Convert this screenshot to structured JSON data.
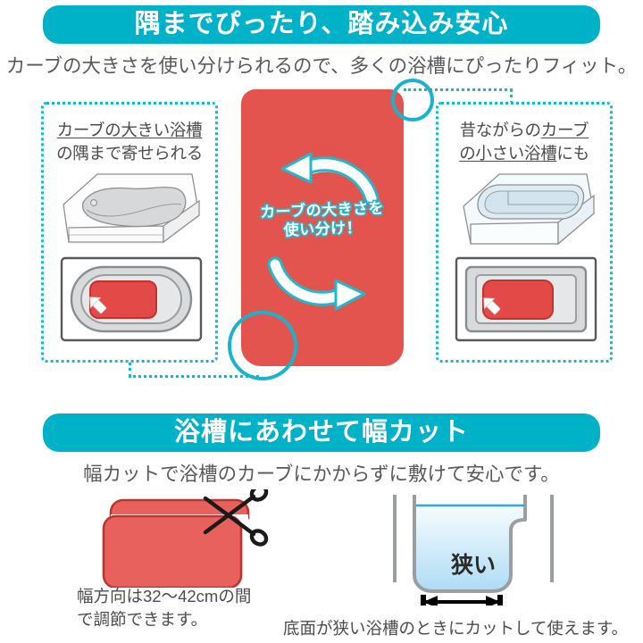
{
  "sections": {
    "top": {
      "header": "隅までぴったり、踏み込み安心",
      "lead": "カーブの大きさを使い分けられるので、多くの浴槽にぴったりフィット。"
    },
    "bottom": {
      "header": "浴槽にあわせて幅カット",
      "lead": "幅カットで浴槽のカーブにかからずに敷けて安心です。"
    }
  },
  "panels": {
    "left": {
      "title_line1": "カーブの大きい浴槽",
      "title_line2": "の隅まで寄せられる",
      "tub_type": "rounded-bathtub-illustration",
      "topview": "rounded-bathtub-topview-with-mat"
    },
    "right": {
      "title_line1_plain": "昔ながらの",
      "title_line1_underline": "カーブ",
      "title_line2_underline": "の小さい浴槽",
      "title_line2_plain": "にも",
      "tub_type": "square-bathtub-illustration",
      "topview": "square-bathtub-topview-with-mat"
    }
  },
  "center_mat": {
    "label_line1": "カーブの大きさを",
    "label_line2": "使い分け！",
    "color": "#e4544f",
    "arrow_color": "#21b8cc"
  },
  "bottom_left": {
    "caption_line1": "幅方向は32〜42cmの間",
    "caption_line2": "で調節できます。",
    "art": "red-mat-being-cut-with-scissors"
  },
  "bottom_right": {
    "narrow_label": "狭い",
    "caption": "底面が狭い浴槽のときにカットして使えます。",
    "art": "bathtub-cross-section-with-width-arrow"
  },
  "colors": {
    "accent_teal": "#00b2c8",
    "dashed_teal": "#17b6cf",
    "mat_red": "#e4544f",
    "text_gray": "#4c4c4c"
  }
}
